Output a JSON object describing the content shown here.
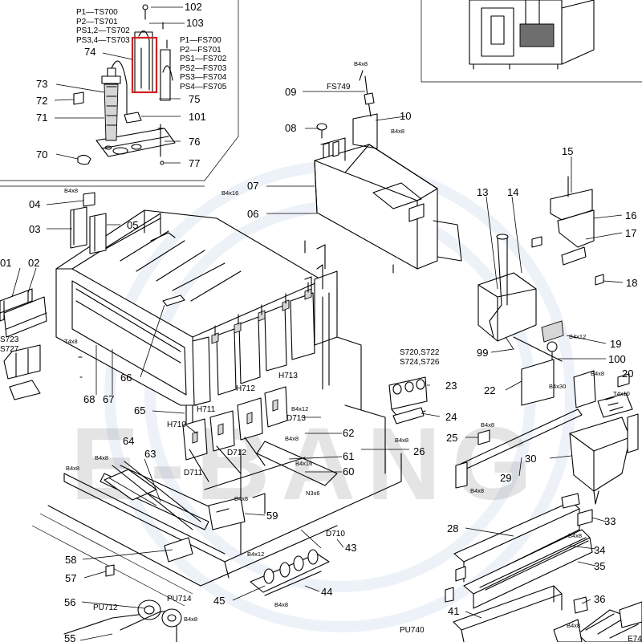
{
  "watermark": {
    "text": "E-BANG"
  },
  "legend_sensors": [
    "P1—TS700",
    "P2—TS701",
    "PS1,2—TS702",
    "PS3,4—TS703"
  ],
  "legend_flow": [
    "P1—FS700",
    "P2—FS701",
    "PS1—FS702",
    "PS2—FS703",
    "PS3—FS704",
    "PS4—FS705"
  ],
  "legend_valves": [
    "S720,S722",
    "S724,S726"
  ],
  "legend_s723_727": [
    "S723",
    "S727"
  ],
  "part_numbers": {
    "p01": "01",
    "p02": "02",
    "p03": "03",
    "p04": "04",
    "p05": "05",
    "p06": "06",
    "p07": "07",
    "p08": "08",
    "p09": "09",
    "p10": "10",
    "p13": "13",
    "p14": "14",
    "p15": "15",
    "p16": "16",
    "p17": "17",
    "p18": "18",
    "p19": "19",
    "p20": "20",
    "p22": "22",
    "p23": "23",
    "p24": "24",
    "p25": "25",
    "p26": "26",
    "p28": "28",
    "p29": "29",
    "p30": "30",
    "p33": "33",
    "p34": "34",
    "p35": "35",
    "p36": "36",
    "p41": "41",
    "p43": "43",
    "p44": "44",
    "p45": "45",
    "p55": "55",
    "p56": "56",
    "p57": "57",
    "p58": "58",
    "p59": "59",
    "p60": "60",
    "p61": "61",
    "p62": "62",
    "p63": "63",
    "p64": "64",
    "p65": "65",
    "p66": "66",
    "p67": "67",
    "p68": "68",
    "p70": "70",
    "p71": "71",
    "p72": "72",
    "p73": "73",
    "p74": "74",
    "p75": "75",
    "p76": "76",
    "p77": "77",
    "p99": "99",
    "p100": "100",
    "p101": "101",
    "p102": "102",
    "p103": "103"
  },
  "ref_labels": {
    "fs749": "FS749",
    "h713": "H713",
    "h712": "H712",
    "h711": "H711",
    "h710": "H710",
    "d713": "D713",
    "d712": "D712",
    "d711": "D711",
    "d710": "D710",
    "pu712": "PU712",
    "pu714": "PU714",
    "pu740": "PU740"
  },
  "screw_labels": {
    "b4x8": "B4x8",
    "b4x16": "B4x16",
    "b4x12": "B4x12",
    "b4x30": "B4x30",
    "t4x8": "T4x8",
    "t4x10": "T4x10",
    "n3x6": "N3x6"
  },
  "clipped_labels": {
    "e74": "E74"
  }
}
